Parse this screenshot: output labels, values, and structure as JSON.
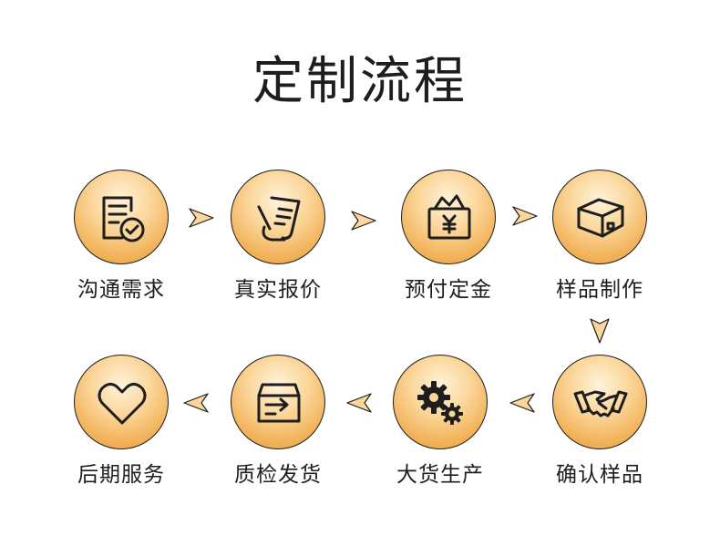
{
  "title": "定制流程",
  "steps": [
    {
      "label": "沟通需求",
      "icon": "document-check-icon"
    },
    {
      "label": "真实报价",
      "icon": "quote-receipt-icon"
    },
    {
      "label": "预付定金",
      "icon": "wallet-yuan-icon"
    },
    {
      "label": "样品制作",
      "icon": "box-icon"
    },
    {
      "label": "确认样品",
      "icon": "handshake-icon"
    },
    {
      "label": "大货生产",
      "icon": "gears-icon"
    },
    {
      "label": "质检发货",
      "icon": "delivery-box-icon"
    },
    {
      "label": "后期服务",
      "icon": "heart-icon"
    }
  ],
  "colors": {
    "accent_light": "#fbd69a",
    "accent_dark": "#e79b35",
    "arrow_fill": "#fbd79b",
    "stroke": "#1e1e1e"
  }
}
